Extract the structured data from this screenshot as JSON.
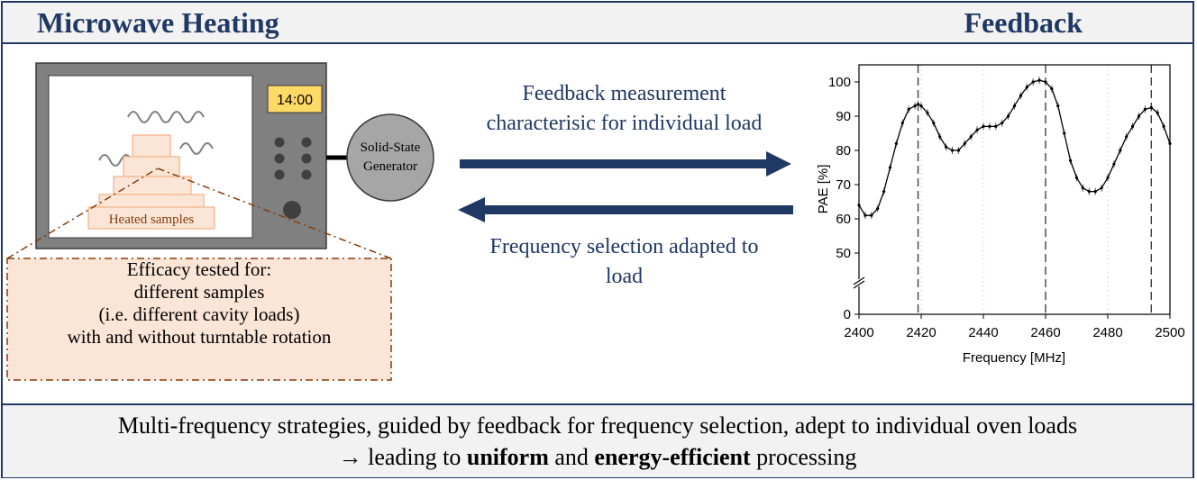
{
  "header": {
    "left_title": "Microwave Heating",
    "right_title": "Feedback"
  },
  "oven": {
    "timer": "14:00",
    "samples_label": "Heated samples",
    "generator_line1": "Solid-State",
    "generator_line2": "Generator"
  },
  "efficacy": {
    "lines": [
      "Efficacy tested for:",
      "different samples",
      "(i.e. different cavity loads)",
      "with and without turntable rotation"
    ]
  },
  "arrows": {
    "top_text": [
      "Feedback measurement",
      "characterisic for individual load"
    ],
    "bottom_text": [
      "Frequency selection adapted to",
      "load"
    ]
  },
  "footer": {
    "line1": "Multi-frequency strategies, guided by feedback for frequency selection, adept to individual oven loads",
    "line2_arrow": "→",
    "line2_pre": "leading to",
    "line2_b1": "uniform",
    "line2_mid": "and",
    "line2_b2": "energy-efficient",
    "line2_post": "processing"
  },
  "colors": {
    "navy": "#1f3864",
    "oven_gray": "#808080",
    "sample_fill": "#fbe5d6",
    "sample_stroke": "#f4b183",
    "timer_fill": "#ffd966",
    "dash_brown": "#843c0c"
  },
  "chart_data": {
    "type": "line",
    "xlabel": "Frequency [MHz]",
    "ylabel": "PAE [%]",
    "xlim": [
      2400,
      2500
    ],
    "ylim": [
      0,
      105
    ],
    "axis_break": true,
    "x_ticks": [
      2400,
      2420,
      2440,
      2460,
      2480,
      2500
    ],
    "y_ticks": [
      0,
      50,
      60,
      70,
      80,
      90,
      100
    ],
    "vlines_dashed": [
      2419,
      2460,
      2494
    ],
    "x": [
      2400,
      2402,
      2404,
      2406,
      2408,
      2410,
      2412,
      2414,
      2416,
      2418,
      2419,
      2420,
      2422,
      2424,
      2426,
      2428,
      2430,
      2432,
      2434,
      2436,
      2438,
      2440,
      2442,
      2444,
      2446,
      2448,
      2450,
      2452,
      2454,
      2456,
      2458,
      2460,
      2462,
      2464,
      2466,
      2468,
      2470,
      2472,
      2474,
      2476,
      2478,
      2480,
      2482,
      2484,
      2486,
      2488,
      2490,
      2492,
      2494,
      2496,
      2498,
      2500
    ],
    "y": [
      64,
      61,
      61,
      63,
      68,
      75,
      82,
      88,
      92,
      93,
      93.5,
      93,
      91,
      88,
      84,
      81,
      80,
      80,
      82,
      84,
      86,
      87,
      87,
      87,
      88,
      90,
      93,
      96,
      98.5,
      100,
      100.5,
      100,
      98,
      93,
      85,
      77,
      72,
      69,
      68,
      68,
      69,
      72,
      76,
      80,
      84,
      87,
      90,
      92,
      92.5,
      91,
      87,
      82
    ]
  }
}
